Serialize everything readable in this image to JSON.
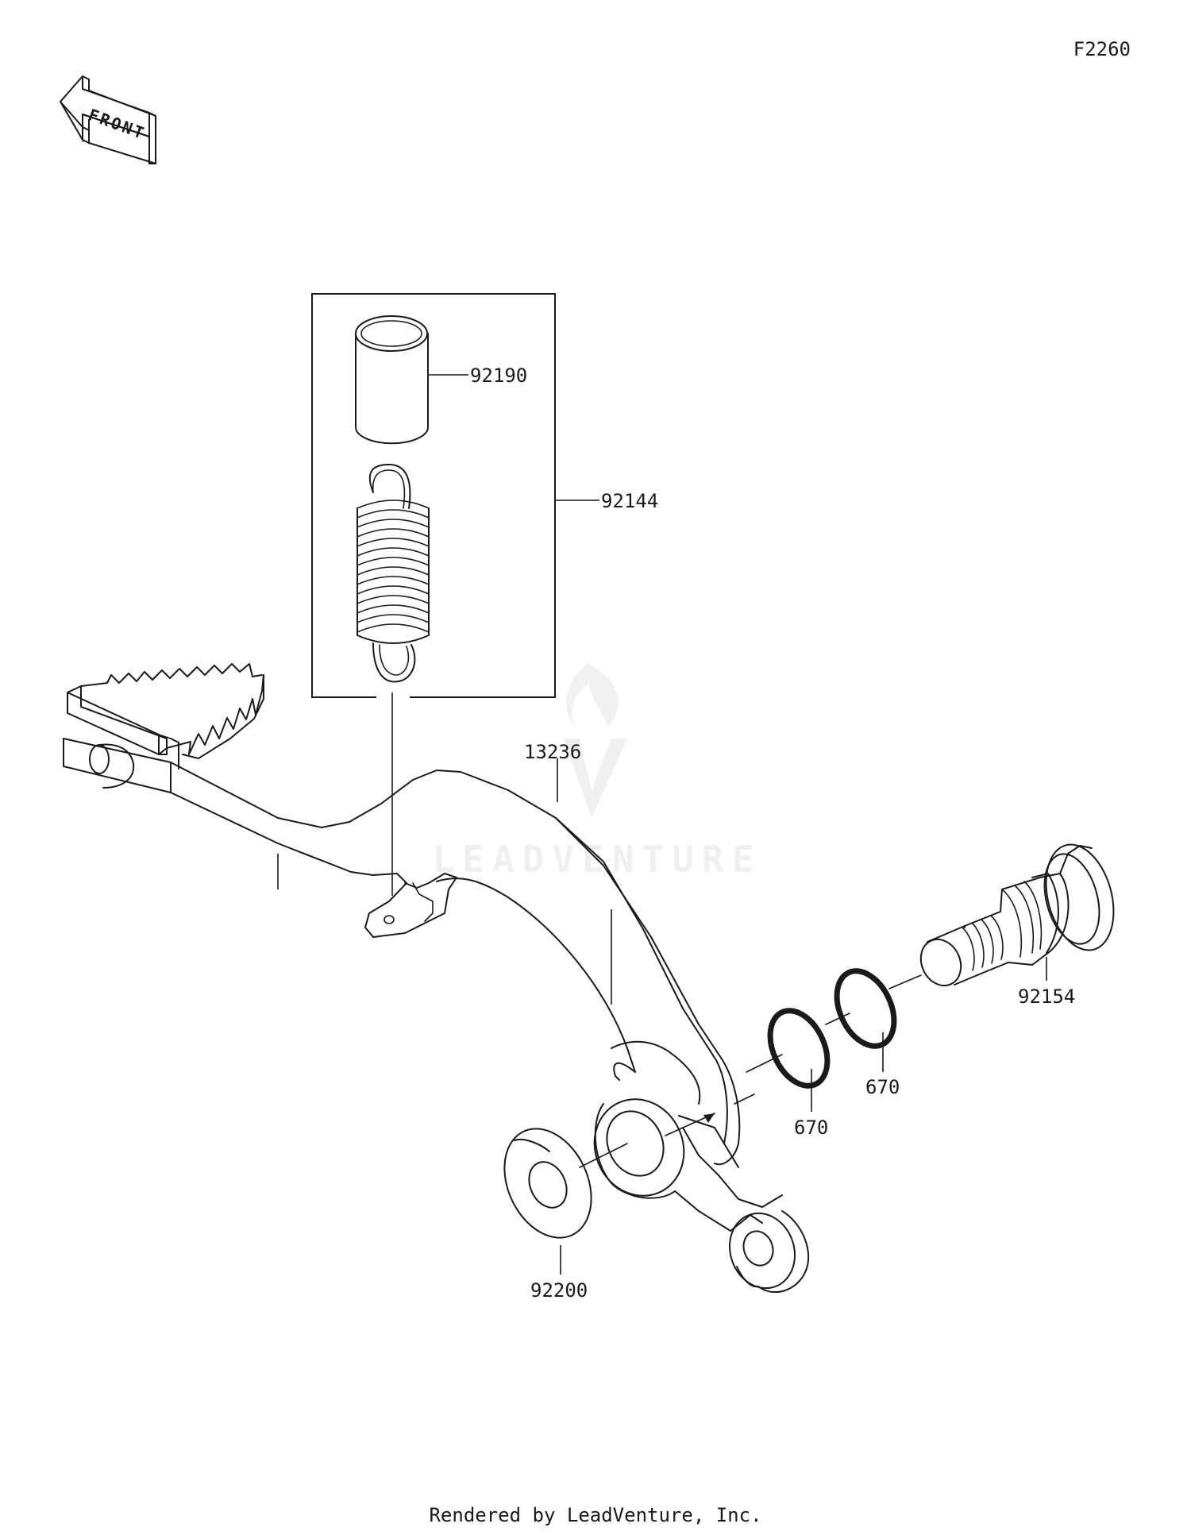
{
  "figure_code": "F2260",
  "front_indicator": {
    "text": "FRONT",
    "icon": "front-arrow-icon"
  },
  "watermark": {
    "text": "LEADVENTURE",
    "icon": "leadventure-logo-icon"
  },
  "footer": "Rendered by LeadVenture, Inc.",
  "parts": {
    "collar": "92190",
    "spring_kit": "92144",
    "brake_pedal": "13236",
    "o_ring_inner": "670",
    "o_ring_outer": "670",
    "shaft": "92154",
    "washer": "92200"
  }
}
